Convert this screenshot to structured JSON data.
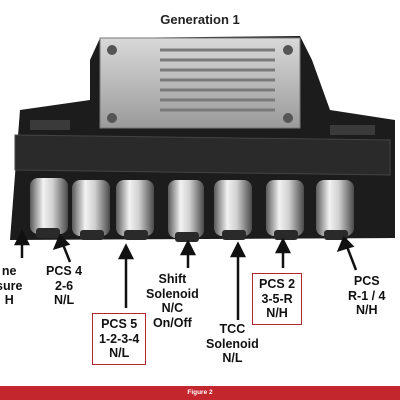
{
  "title": "Generation 1",
  "labels": {
    "line_pressure": [
      "ne",
      "sure",
      "H"
    ],
    "pcs4": [
      "PCS 4",
      "2-6",
      "N/L"
    ],
    "pcs5": [
      "PCS 5",
      "1-2-3-4",
      "N/L"
    ],
    "shift": [
      "Shift",
      "Solenoid",
      "N/C",
      "On/Off"
    ],
    "tcc": [
      "TCC",
      "Solenoid",
      "N/L"
    ],
    "pcs2": [
      "PCS 2",
      "3-5-R",
      "N/H"
    ],
    "pcs_r14": [
      "PCS",
      "R-1 / 4",
      "N/H"
    ]
  },
  "footer": "Figure 2",
  "colors": {
    "accent": "#c4262e",
    "box_border": "#b0262c"
  }
}
